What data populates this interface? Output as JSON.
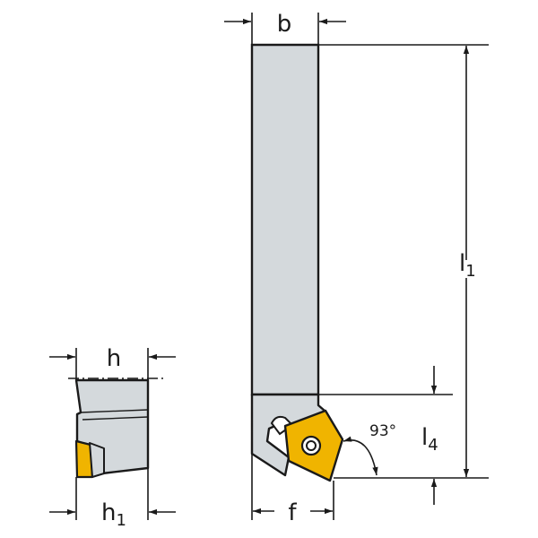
{
  "colors": {
    "body": "#d4d9dc",
    "body_dark": "#c4c9cc",
    "insert": "#f0b400",
    "outline": "#1a1a1a",
    "background": "#ffffff"
  },
  "labels": {
    "b": "b",
    "l1": {
      "main": "l",
      "sub": "1"
    },
    "l4": {
      "main": "l",
      "sub": "4"
    },
    "f": "f",
    "h": "h",
    "h1": {
      "main": "h",
      "sub": "1"
    },
    "angle": "93°"
  }
}
